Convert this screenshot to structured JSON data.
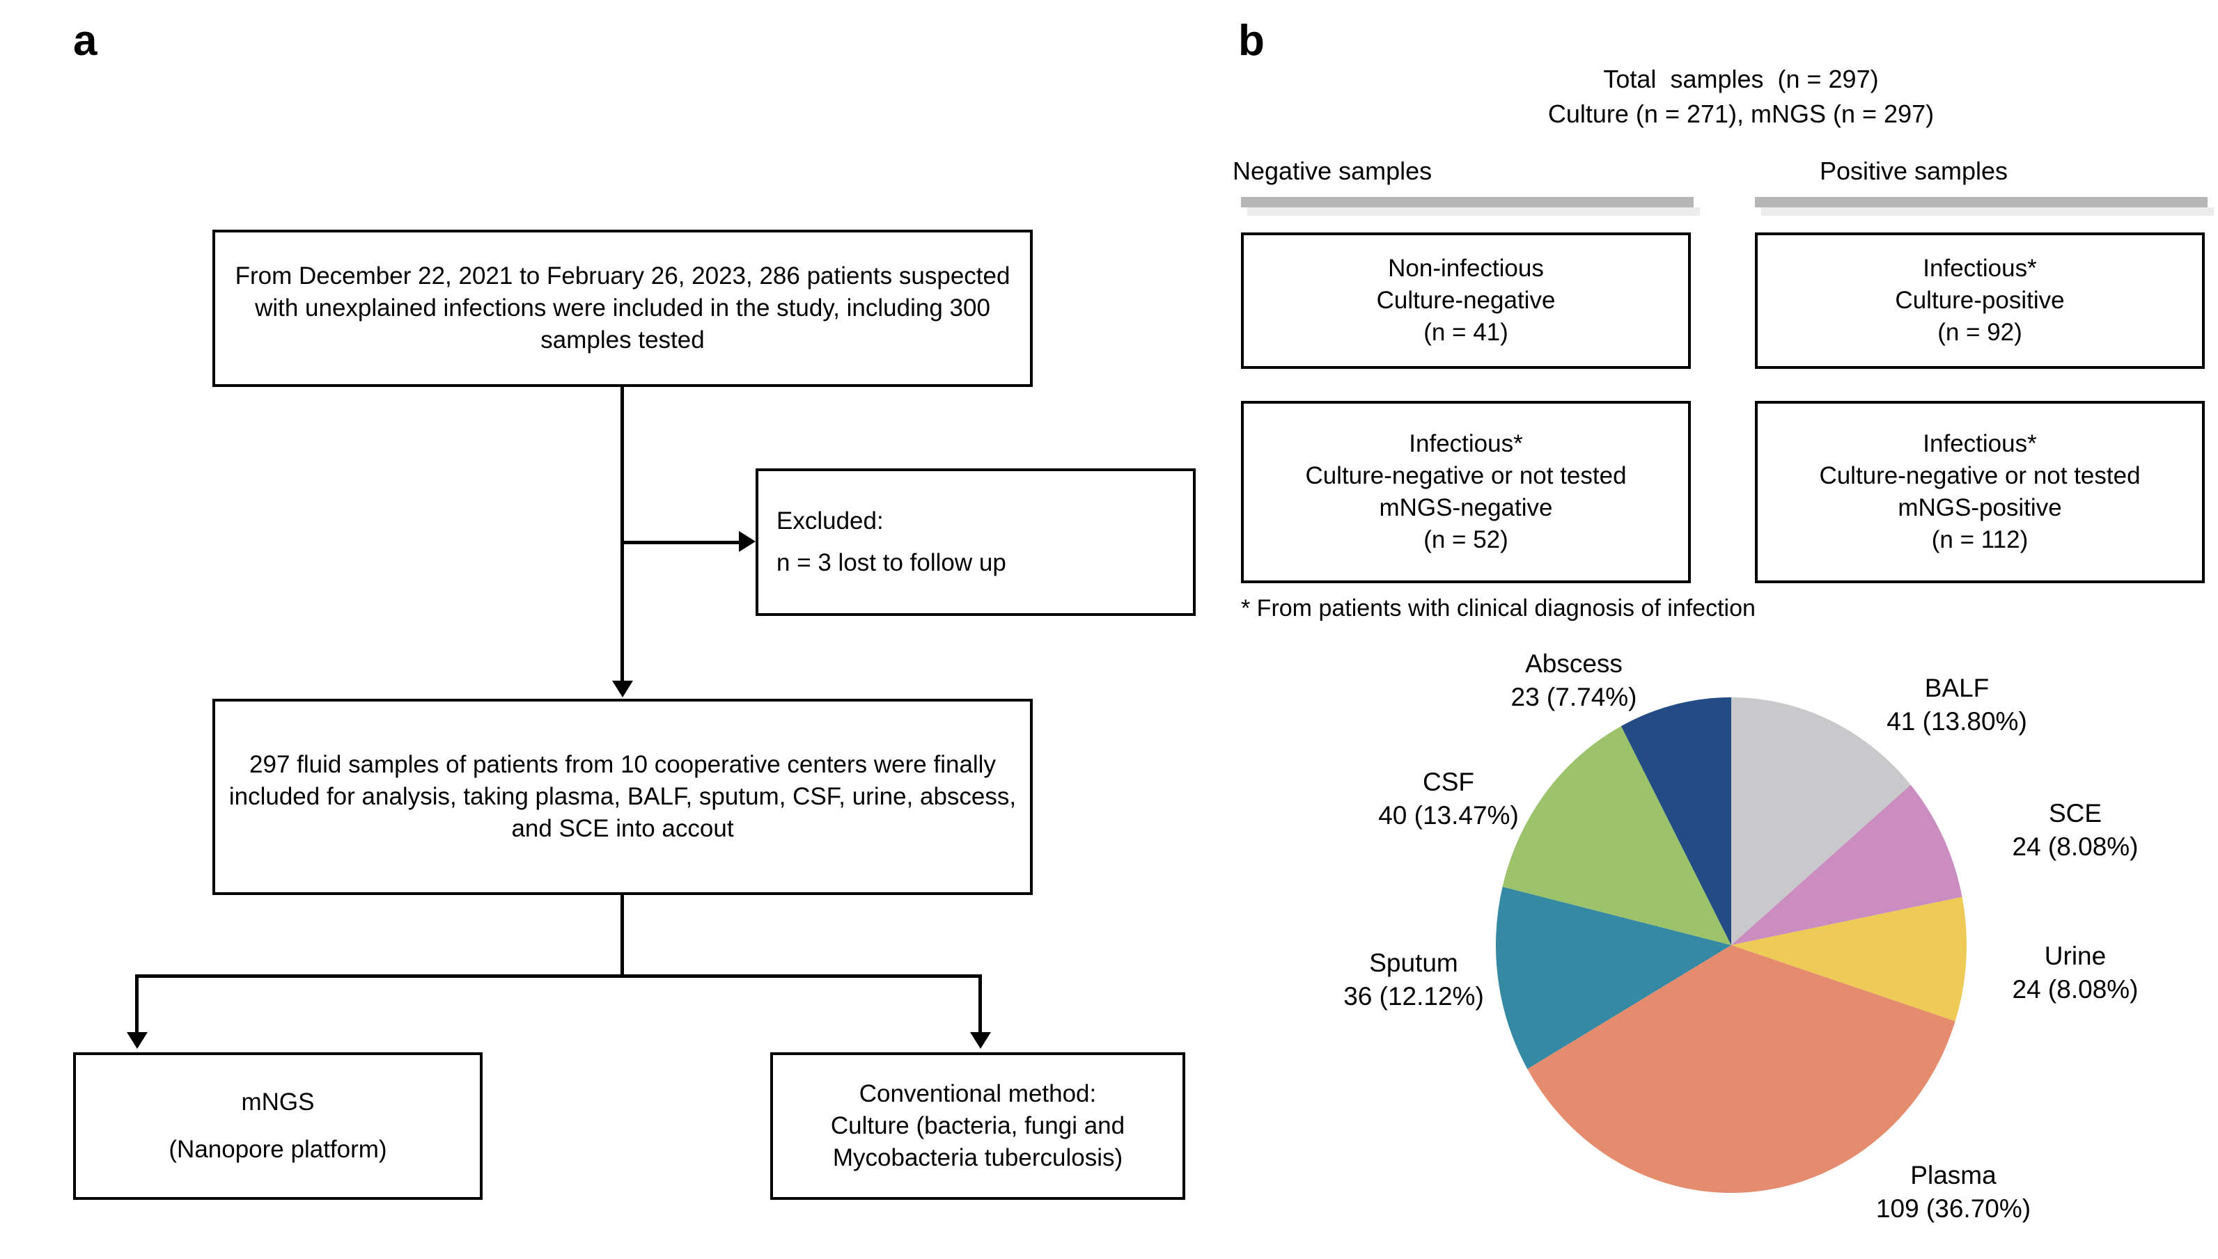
{
  "panels": {
    "a": "a",
    "b": "b"
  },
  "flow": {
    "box1": "From December 22, 2021 to February 26, 2023, 286 patients suspected with unexplained infections were included in the study, including 300 samples tested",
    "excluded_title": "Excluded:",
    "excluded_line": "n = 3 lost to follow up",
    "box3": "297 fluid samples of patients from 10 cooperative centers were finally included for analysis, taking plasma, BALF, sputum, CSF, urine, abscess, and SCE into accout",
    "box4_line1": "mNGS",
    "box4_line2": "(Nanopore platform)",
    "box5_line1": "Conventional method:",
    "box5_line2": "Culture (bacteria, fungi and",
    "box5_line3": "Mycobacteria tuberculosis)"
  },
  "summary": {
    "title_line1": "Total  samples  (n = 297)",
    "title_line2": "Culture (n = 271), mNGS (n = 297)",
    "negative_header": "Negative samples",
    "positive_header": "Positive samples",
    "neg_box1_line1": "Non-infectious",
    "neg_box1_line2": "Culture-negative",
    "neg_box1_line3": "(n = 41)",
    "pos_box1_line1": "Infectious*",
    "pos_box1_line2": "Culture-positive",
    "pos_box1_line3": "(n = 92)",
    "neg_box2_line1": "Infectious*",
    "neg_box2_line2": "Culture-negative or not tested",
    "neg_box2_line3": "mNGS-negative",
    "neg_box2_line4": "(n = 52)",
    "pos_box2_line1": "Infectious*",
    "pos_box2_line2": "Culture-negative or not tested",
    "pos_box2_line3": "mNGS-positive",
    "pos_box2_line4": "(n = 112)",
    "footnote": "* From patients with clinical diagnosis of infection"
  },
  "chart_data": {
    "type": "pie",
    "title": "",
    "total": 297,
    "legend_position": "outside-labels",
    "labels": [
      "BALF",
      "SCE",
      "Urine",
      "Plasma",
      "Sputum",
      "CSF",
      "Abscess"
    ],
    "values": [
      41,
      24,
      24,
      109,
      36,
      40,
      23
    ],
    "percents": [
      13.8,
      8.08,
      8.08,
      36.7,
      12.12,
      13.47,
      7.74
    ],
    "colors": [
      "#c9c9cc",
      "#cb8dc0",
      "#eeca57",
      "#e58c6f",
      "#3589a3",
      "#9cc36b",
      "#234c84"
    ],
    "label_texts": [
      "BALF\n41 (13.80%)",
      "SCE\n24 (8.08%)",
      "Urine\n24 (8.08%)",
      "Plasma\n109 (36.70%)",
      "Sputum\n36 (12.12%)",
      "CSF\n40 (13.47%)",
      "Abscess\n23 (7.74%)"
    ],
    "start_angle_deg": 0,
    "direction": "clockwise"
  }
}
